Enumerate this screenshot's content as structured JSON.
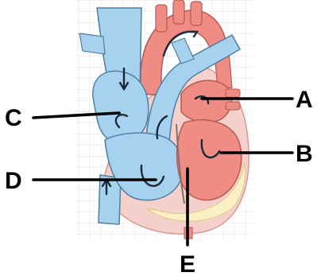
{
  "labels": {
    "a": "A",
    "b": "B",
    "c": "C",
    "d": "D",
    "e": "E"
  },
  "colors": {
    "oxygenated": "#ef8d85",
    "deoxygenated": "#a6d2ef",
    "fat": "#fbf1c4",
    "pericardium": "#f6d1cb",
    "outline": "#3a3a3a",
    "leader": "#000000"
  }
}
